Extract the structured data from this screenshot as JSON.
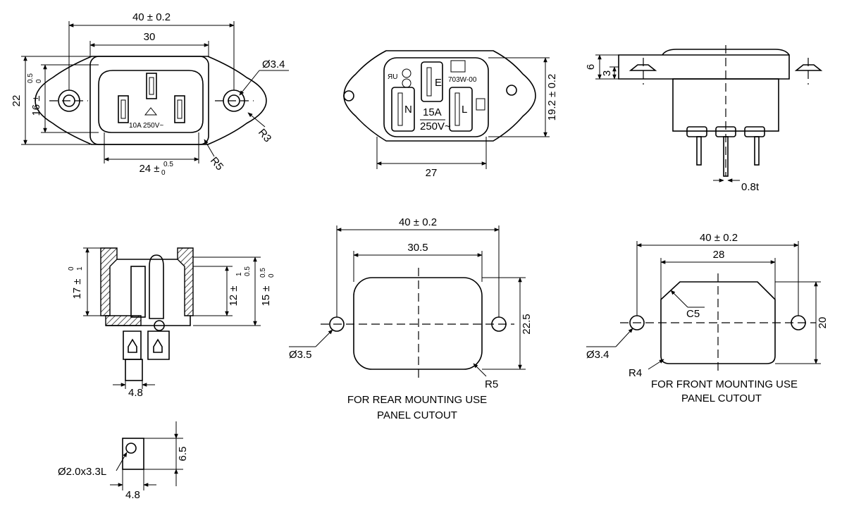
{
  "top_front": {
    "overall_width": "40 ± 0.2",
    "hole_spacing": "30",
    "height_22": "22",
    "height_16": "16 ±",
    "height_16_tol_top": "0.5",
    "height_16_tol_bot": "0",
    "body_width": "24 ±",
    "body_width_tol_top": "0.5",
    "body_width_tol_bot": "0",
    "hole_dia": "Ø3.4",
    "radius_r3": "R3",
    "radius_r5": "R5",
    "rating": "10A 250V~"
  },
  "top_middle": {
    "height": "19.2 ± 0.2",
    "width": "27",
    "label_e": "E",
    "label_n": "N",
    "label_l": "L",
    "rating_amp": "15A",
    "rating_volt": "250V~",
    "model": "703W-00"
  },
  "top_side": {
    "dim_6": "6",
    "dim_3": "3",
    "pin_thickness": "0.8t"
  },
  "section": {
    "height_17": "17 ±",
    "height_17_tol_top": "0",
    "height_17_tol_bot": "1",
    "height_12": "12 ±",
    "height_12_tol_top": "1",
    "height_12_tol_bot": "0.5",
    "height_15": "15 ±",
    "height_15_tol_top": "0.5",
    "height_15_tol_bot": "0",
    "pin_width": "4.8"
  },
  "terminal": {
    "height": "6.5",
    "hole": "Ø2.0x3.3L",
    "width": "4.8"
  },
  "rear_cutout": {
    "overall_width": "40 ± 0.2",
    "inner_width": "30.5",
    "height": "22.5",
    "hole_dia": "Ø3.5",
    "radius": "R5",
    "caption_line1": "FOR REAR MOUNTING USE",
    "caption_line2": "PANEL CUTOUT"
  },
  "front_cutout": {
    "overall_width": "40 ± 0.2",
    "inner_width": "28",
    "height": "20",
    "chamfer": "C5",
    "hole_dia": "Ø3.4",
    "radius": "R4",
    "caption_line1": "FOR FRONT MOUNTING USE",
    "caption_line2": "PANEL CUTOUT"
  }
}
